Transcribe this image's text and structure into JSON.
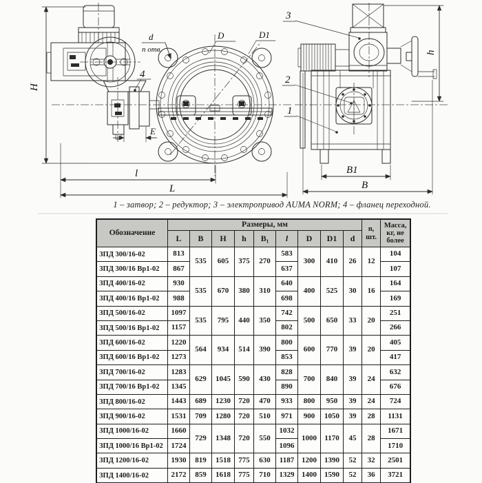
{
  "page": {
    "caption": "1 – затвор; 2 – редуктор; 3 – электропривод AUMA NORM; 4 – фланец переходной."
  },
  "drawing": {
    "front_view": {
      "dim_H": "H",
      "dim_E": "E",
      "dim_l": "l",
      "dim_L": "L",
      "dim_D": "D",
      "dim_D1": "D1",
      "holes_d": "d",
      "holes_n": "n отв.",
      "part_4": "4"
    },
    "side_view": {
      "dim_h": "h",
      "dim_B1": "B1",
      "dim_B": "B",
      "part_1": "1",
      "part_2": "2",
      "part_3": "3"
    }
  },
  "table": {
    "header": {
      "designation": "Обозначение",
      "dimensions_group": "Размеры, мм",
      "dimension_cols": [
        "L",
        "B",
        "H",
        "h",
        "B₁",
        "l",
        "D",
        "D1",
        "d"
      ],
      "count_col": "n,\nшт.",
      "mass_col": "Масса,\nкг, не\nболее"
    },
    "rows": [
      {
        "cells": [
          {
            "t": "ЗПД 300/16-02"
          },
          {
            "t": "813"
          },
          {
            "t": "535",
            "rs": 2
          },
          {
            "t": "605",
            "rs": 2
          },
          {
            "t": "375",
            "rs": 2
          },
          {
            "t": "270",
            "rs": 2
          },
          {
            "t": "583"
          },
          {
            "t": "300",
            "rs": 2
          },
          {
            "t": "410",
            "rs": 2
          },
          {
            "t": "26",
            "rs": 2
          },
          {
            "t": "12",
            "rs": 2
          },
          {
            "t": "104"
          }
        ]
      },
      {
        "cells": [
          {
            "t": "ЗПД 300/16 Вр1-02"
          },
          {
            "t": "867"
          },
          {
            "t": "637"
          },
          {
            "t": "107"
          }
        ]
      },
      {
        "cells": [
          {
            "t": "ЗПД 400/16-02"
          },
          {
            "t": "930"
          },
          {
            "t": "535",
            "rs": 2
          },
          {
            "t": "670",
            "rs": 2
          },
          {
            "t": "380",
            "rs": 2
          },
          {
            "t": "310",
            "rs": 2
          },
          {
            "t": "640"
          },
          {
            "t": "400",
            "rs": 2
          },
          {
            "t": "525",
            "rs": 2
          },
          {
            "t": "30",
            "rs": 2
          },
          {
            "t": "16",
            "rs": 2
          },
          {
            "t": "164"
          }
        ]
      },
      {
        "cells": [
          {
            "t": "ЗПД 400/16 Вр1-02"
          },
          {
            "t": "988"
          },
          {
            "t": "698"
          },
          {
            "t": "169"
          }
        ]
      },
      {
        "cells": [
          {
            "t": "ЗПД 500/16-02"
          },
          {
            "t": "1097"
          },
          {
            "t": "535",
            "rs": 2
          },
          {
            "t": "795",
            "rs": 2
          },
          {
            "t": "440",
            "rs": 2
          },
          {
            "t": "350",
            "rs": 2
          },
          {
            "t": "742"
          },
          {
            "t": "500",
            "rs": 2
          },
          {
            "t": "650",
            "rs": 2
          },
          {
            "t": "33",
            "rs": 2
          },
          {
            "t": "20",
            "rs": 2
          },
          {
            "t": "251"
          }
        ]
      },
      {
        "cells": [
          {
            "t": "ЗПД 500/16 Вр1-02"
          },
          {
            "t": "1157"
          },
          {
            "t": "802"
          },
          {
            "t": "266"
          }
        ]
      },
      {
        "cells": [
          {
            "t": "ЗПД 600/16-02"
          },
          {
            "t": "1220"
          },
          {
            "t": "564",
            "rs": 2
          },
          {
            "t": "934",
            "rs": 2
          },
          {
            "t": "514",
            "rs": 2
          },
          {
            "t": "390",
            "rs": 2
          },
          {
            "t": "800"
          },
          {
            "t": "600",
            "rs": 2
          },
          {
            "t": "770",
            "rs": 2
          },
          {
            "t": "39",
            "rs": 2
          },
          {
            "t": "20",
            "rs": 2
          },
          {
            "t": "405"
          }
        ]
      },
      {
        "cells": [
          {
            "t": "ЗПД 600/16 Вр1-02"
          },
          {
            "t": "1273"
          },
          {
            "t": "853"
          },
          {
            "t": "417"
          }
        ]
      },
      {
        "cells": [
          {
            "t": "ЗПД 700/16-02"
          },
          {
            "t": "1283"
          },
          {
            "t": "629",
            "rs": 2
          },
          {
            "t": "1045",
            "rs": 2
          },
          {
            "t": "590",
            "rs": 2
          },
          {
            "t": "430",
            "rs": 2
          },
          {
            "t": "828"
          },
          {
            "t": "700",
            "rs": 2
          },
          {
            "t": "840",
            "rs": 2
          },
          {
            "t": "39",
            "rs": 2
          },
          {
            "t": "24",
            "rs": 2
          },
          {
            "t": "632"
          }
        ]
      },
      {
        "cells": [
          {
            "t": "ЗПД 700/16 Вр1-02"
          },
          {
            "t": "1345"
          },
          {
            "t": "890"
          },
          {
            "t": "676"
          }
        ]
      },
      {
        "cells": [
          {
            "t": "ЗПД 800/16-02"
          },
          {
            "t": "1443"
          },
          {
            "t": "689"
          },
          {
            "t": "1230"
          },
          {
            "t": "720"
          },
          {
            "t": "470"
          },
          {
            "t": "933"
          },
          {
            "t": "800"
          },
          {
            "t": "950"
          },
          {
            "t": "39"
          },
          {
            "t": "24"
          },
          {
            "t": "724"
          }
        ]
      },
      {
        "cells": [
          {
            "t": "ЗПД 900/16-02"
          },
          {
            "t": "1531"
          },
          {
            "t": "709"
          },
          {
            "t": "1280"
          },
          {
            "t": "720"
          },
          {
            "t": "510"
          },
          {
            "t": "971"
          },
          {
            "t": "900"
          },
          {
            "t": "1050"
          },
          {
            "t": "39"
          },
          {
            "t": "28"
          },
          {
            "t": "1131"
          }
        ]
      },
      {
        "cells": [
          {
            "t": "ЗПД 1000/16-02"
          },
          {
            "t": "1660"
          },
          {
            "t": "729",
            "rs": 2
          },
          {
            "t": "1348",
            "rs": 2
          },
          {
            "t": "720",
            "rs": 2
          },
          {
            "t": "550",
            "rs": 2
          },
          {
            "t": "1032"
          },
          {
            "t": "1000",
            "rs": 2
          },
          {
            "t": "1170",
            "rs": 2
          },
          {
            "t": "45",
            "rs": 2
          },
          {
            "t": "28",
            "rs": 2
          },
          {
            "t": "1671"
          }
        ]
      },
      {
        "cells": [
          {
            "t": "ЗПД 1000/16 Вр1-02"
          },
          {
            "t": "1724"
          },
          {
            "t": "1096"
          },
          {
            "t": "1710"
          }
        ]
      },
      {
        "cells": [
          {
            "t": "ЗПД 1200/16-02"
          },
          {
            "t": "1930"
          },
          {
            "t": "819"
          },
          {
            "t": "1518"
          },
          {
            "t": "775"
          },
          {
            "t": "630"
          },
          {
            "t": "1187"
          },
          {
            "t": "1200"
          },
          {
            "t": "1390"
          },
          {
            "t": "52"
          },
          {
            "t": "32"
          },
          {
            "t": "2501"
          }
        ]
      },
      {
        "cells": [
          {
            "t": "ЗПД 1400/16-02"
          },
          {
            "t": "2172"
          },
          {
            "t": "859"
          },
          {
            "t": "1618"
          },
          {
            "t": "775"
          },
          {
            "t": "710"
          },
          {
            "t": "1329"
          },
          {
            "t": "1400"
          },
          {
            "t": "1590"
          },
          {
            "t": "52"
          },
          {
            "t": "36"
          },
          {
            "t": "3721"
          }
        ]
      }
    ]
  }
}
